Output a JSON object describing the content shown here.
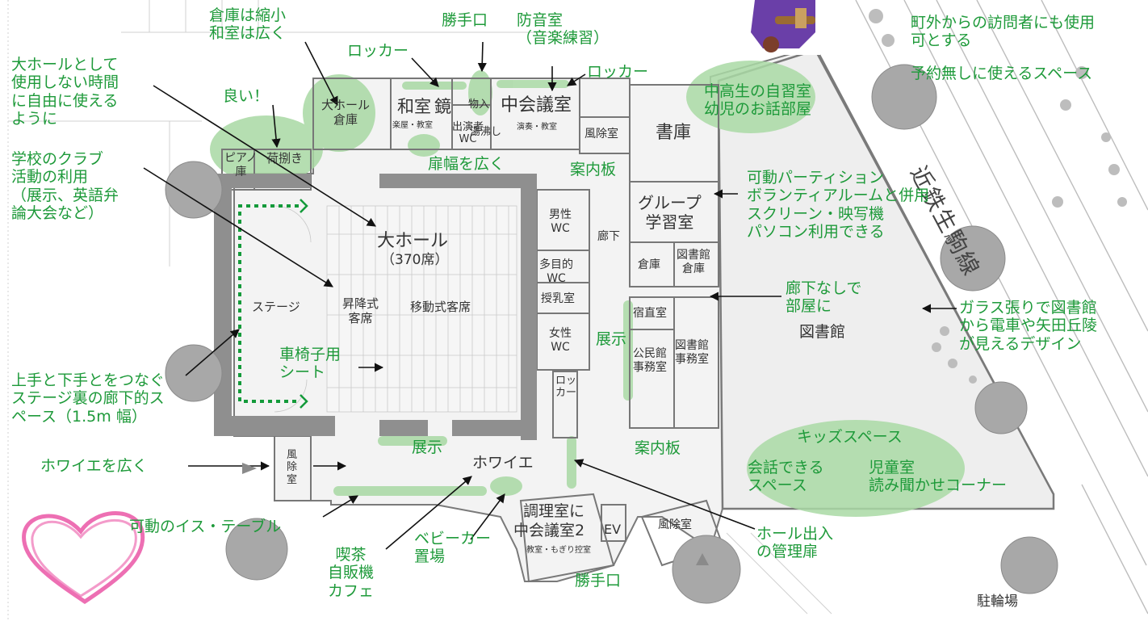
{
  "colors": {
    "annotation": "#1e9a3a",
    "highlight": "#a9d9a4",
    "room_text": "#333333",
    "wall": "#8f8f8f",
    "floor": "#f1f1f1",
    "tree": "#a8a8a8",
    "heart": "#e8409a",
    "dotted_path": "#139a3a"
  },
  "icons": {
    "mascot": "purple-mascot-icon",
    "heart": "heart-icon",
    "trees": "tree-icon",
    "arrows": "arrow-icon"
  },
  "rooms": {
    "storage_hall": "大ホール\n倉庫",
    "japanese_room": "和室",
    "mirror": "鏡",
    "japanese_room_sub": "楽屋・教室",
    "storage_small": "物入",
    "dressing_wc": "出演者\nWC",
    "hot_water": "湯沸し",
    "mid_meeting": "中会議室",
    "mid_meeting_sub": "演奏・教室",
    "windbreak_top": "風除室",
    "library_stack": "書庫",
    "group_study": "グループ\n学習室",
    "piano_storage": "ピアノ\n庫",
    "loading": "荷捌き",
    "hall": "大ホール",
    "hall_seats": "（370席）",
    "stage": "ステージ",
    "lift_seats": "昇降式\n客席",
    "movable_seats": "移動式客席",
    "male_wc": "男性\nWC",
    "multi_wc": "多目的\nWC",
    "nursing": "授乳室",
    "female_wc": "女性\nWC",
    "locker": "ロッ\nカー",
    "corridor": "廊下",
    "storage_right": "倉庫",
    "library_storage": "図書館\n倉庫",
    "duty_room": "宿直室",
    "community_office": "公民館\n事務室",
    "library_office": "図書館\n事務室",
    "windbreak_left": "風\n除\n室",
    "cooking_room": "調理室に",
    "mid_meeting2": "中会議室2",
    "ev": "EV",
    "cooking_sub": "教室・もぎり控室",
    "windbreak_bottom": "風除室",
    "foyer": "ホワイエ",
    "library": "図書館",
    "bicycle": "駐輪場",
    "railway": "近鉄生駒線"
  },
  "annotations": {
    "storage_shrink": "倉庫は縮小\n和室は広く",
    "kitchen_door_top": "勝手口",
    "soundproof": "防音室\n（音楽練習）",
    "locker_top": "ロッカー",
    "locker_right": "ロッカー",
    "visitors": "町外からの訪問者にも使用\n可とする",
    "no_reservation": "予約無しに使えるスペース",
    "free_use": "大ホールとして\n使用しない時間\nに自由に使える\nように",
    "good": "良い！",
    "student_study": "中高生の自習室\n幼児のお話部屋",
    "school_club": "学校のクラブ\n活動の利用\n（展示、英語弁\n論大会など）",
    "wider_door": "扉幅を広く",
    "info_board_top": "案内板",
    "partition": "可動パーティション\nボランティアルームと併用\nスクリーン・映写機\nパソコン利用できる",
    "no_corridor": "廊下なしで\n部屋に",
    "glass": "ガラス張りで図書館\nから電車や矢田丘陵\nが見えるデザイン",
    "wheelchair": "車椅子用\nシート",
    "exhibit_right": "展示",
    "backstage": "上手と下手とをつなぐ\nステージ裏の廊下的ス\nペース（1.5m 幅）",
    "exhibit_bottom": "展示",
    "info_board_bottom": "案内板",
    "kids_space": "キッズスペース",
    "conversation": "会話できる\nスペース",
    "kids_room": "児童室\n読み聞かせコーナー",
    "wide_foyer": "ホワイエを広く",
    "movable_furniture": "可動のイス・テーブル",
    "stroller": "ベビーカー\n置場",
    "hall_door": "ホール出入\nの管理扉",
    "cafe": "喫茶\n自販機\nカフェ",
    "kitchen_door_bottom": "勝手口"
  }
}
